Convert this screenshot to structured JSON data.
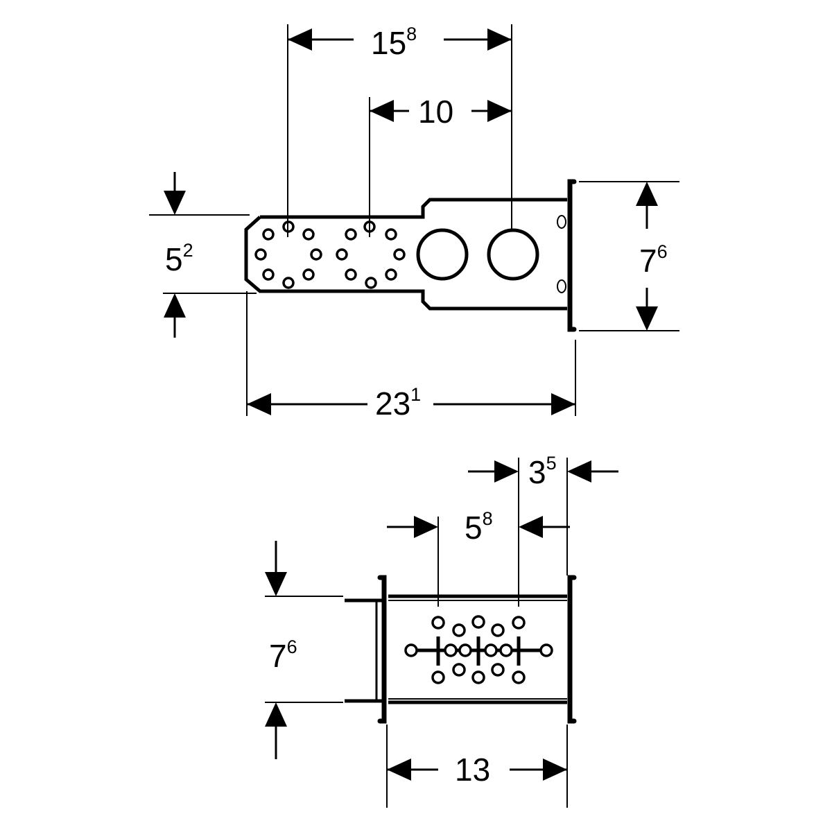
{
  "top_view": {
    "dim_width_upper": {
      "main": "15",
      "sup": "8"
    },
    "dim_width_inner": {
      "main": "10",
      "sup": ""
    },
    "dim_left_height": {
      "main": "5",
      "sup": "2"
    },
    "dim_right_height": {
      "main": "7",
      "sup": "6"
    },
    "dim_total_length": {
      "main": "23",
      "sup": "1"
    }
  },
  "front_view": {
    "dim_offset": {
      "main": "3",
      "sup": "5"
    },
    "dim_hole_spacing": {
      "main": "5",
      "sup": "8"
    },
    "dim_height": {
      "main": "7",
      "sup": "6"
    },
    "dim_width": {
      "main": "13",
      "sup": ""
    }
  },
  "colors": {
    "line": "#000000",
    "background": "#ffffff"
  }
}
